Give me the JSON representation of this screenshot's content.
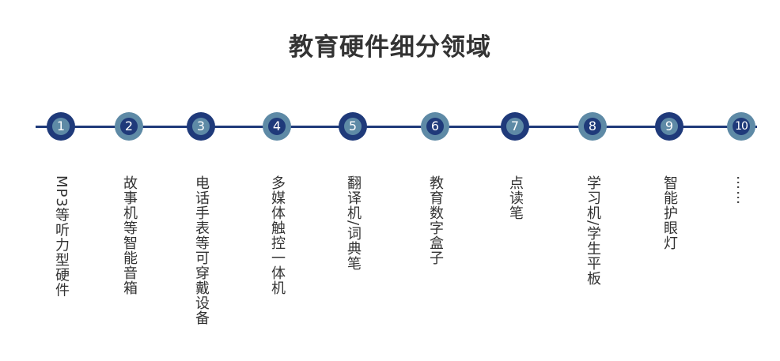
{
  "title": "教育硬件细分领域",
  "colors": {
    "dark": "#1f3a7a",
    "light": "#5e8aa6"
  },
  "steps": [
    {
      "number": "1",
      "label": "MP3等听力型硬件"
    },
    {
      "number": "2",
      "label": "故事机等智能音箱"
    },
    {
      "number": "3",
      "label": "电话手表等可穿戴设备"
    },
    {
      "number": "4",
      "label": "多媒体触控一体机"
    },
    {
      "number": "5",
      "label": "翻译机/词典笔"
    },
    {
      "number": "6",
      "label": "教育数字盒子"
    },
    {
      "number": "7",
      "label": "点读笔"
    },
    {
      "number": "8",
      "label": "学习机/学生平板"
    },
    {
      "number": "9",
      "label": "智能护眼灯"
    },
    {
      "number": "10",
      "label": "……"
    }
  ]
}
